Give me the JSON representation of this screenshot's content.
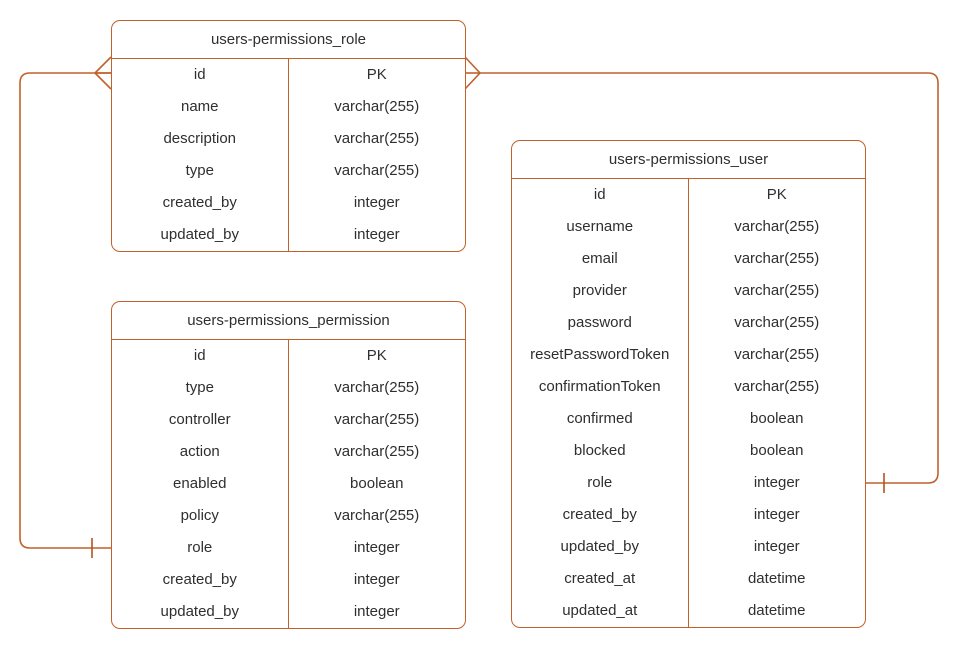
{
  "diagram": {
    "kind": "entity-relationship-diagram",
    "accent_color": "#C1612B",
    "text_color": "#2f2f2f",
    "background_color": "#ffffff",
    "type_header_label": "PK"
  },
  "entities": [
    {
      "id": "role",
      "title": "users-permissions_role",
      "fields": [
        {
          "name": "id",
          "type": "PK"
        },
        {
          "name": "name",
          "type": "varchar(255)"
        },
        {
          "name": "description",
          "type": "varchar(255)"
        },
        {
          "name": "type",
          "type": "varchar(255)"
        },
        {
          "name": "created_by",
          "type": "integer"
        },
        {
          "name": "updated_by",
          "type": "integer"
        }
      ]
    },
    {
      "id": "permission",
      "title": "users-permissions_permission",
      "fields": [
        {
          "name": "id",
          "type": "PK"
        },
        {
          "name": "type",
          "type": "varchar(255)"
        },
        {
          "name": "controller",
          "type": "varchar(255)"
        },
        {
          "name": "action",
          "type": "varchar(255)"
        },
        {
          "name": "enabled",
          "type": "boolean"
        },
        {
          "name": "policy",
          "type": "varchar(255)"
        },
        {
          "name": "role",
          "type": "integer"
        },
        {
          "name": "created_by",
          "type": "integer"
        },
        {
          "name": "updated_by",
          "type": "integer"
        }
      ]
    },
    {
      "id": "user",
      "title": "users-permissions_user",
      "fields": [
        {
          "name": "id",
          "type": "PK"
        },
        {
          "name": "username",
          "type": "varchar(255)"
        },
        {
          "name": "email",
          "type": "varchar(255)"
        },
        {
          "name": "provider",
          "type": "varchar(255)"
        },
        {
          "name": "password",
          "type": "varchar(255)"
        },
        {
          "name": "resetPasswordToken",
          "type": "varchar(255)"
        },
        {
          "name": "confirmationToken",
          "type": "varchar(255)"
        },
        {
          "name": "confirmed",
          "type": "boolean"
        },
        {
          "name": "blocked",
          "type": "boolean"
        },
        {
          "name": "role",
          "type": "integer"
        },
        {
          "name": "created_by",
          "type": "integer"
        },
        {
          "name": "updated_by",
          "type": "integer"
        },
        {
          "name": "created_at",
          "type": "datetime"
        },
        {
          "name": "updated_at",
          "type": "datetime"
        }
      ]
    }
  ],
  "relationships": [
    {
      "id": "role-permission",
      "from": "permission",
      "to": "role",
      "from_cardinality": "one",
      "to_cardinality": "many"
    },
    {
      "id": "role-user",
      "from": "user",
      "to": "role",
      "from_cardinality": "one",
      "to_cardinality": "many"
    }
  ]
}
